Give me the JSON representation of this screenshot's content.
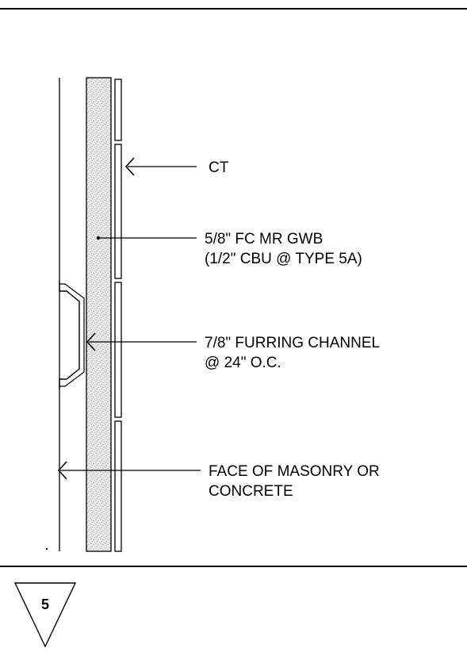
{
  "callouts": {
    "ct": "CT",
    "board_line1": "5/8\" FC MR GWB",
    "board_line2": "(1/2\" CBU @ TYPE 5A)",
    "channel_line1": "7/8\" FURRING CHANNEL",
    "channel_line2": "@ 24\" O.C.",
    "masonry_line1": "FACE OF MASONRY OR",
    "masonry_line2": "CONCRETE"
  },
  "detail_tag": {
    "number": "5"
  },
  "colors": {
    "line": "#000000",
    "stipple_fill": "#e6e6e6"
  }
}
